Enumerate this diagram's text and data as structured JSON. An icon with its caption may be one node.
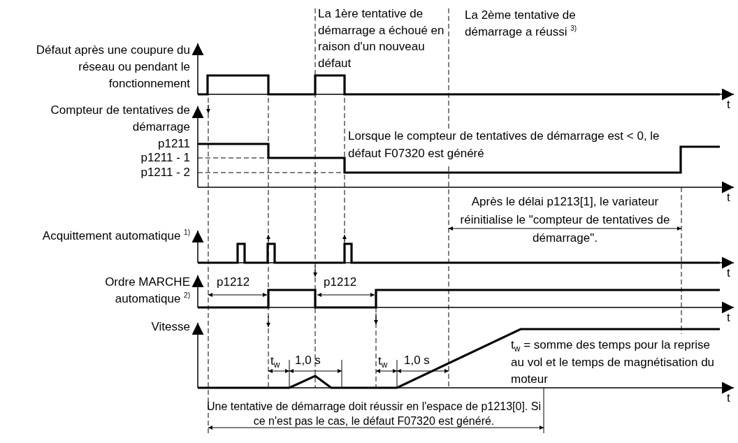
{
  "diagram": {
    "labels": [
      "La 1ère tentative de démarrage a échoué en raison d'un nouveau défaut",
      "La 2ème tentative de démarrage a réussi $^{3)}$",
      "Défaut après une coupure du réseau ou pendant le fonctionnement",
      "t",
      "Compteur de tentatives de démarrage",
      "p1211",
      "p1211 - 1",
      "p1211 - 2",
      "Lorsque le compteur de tentatives de démarrage est < 0, le défaut F07320 est généré",
      "t",
      "Après le délai p1213[1], le variateur réinitialise le \"compteur de tentatives de démarrage\".",
      "Acquittement automatique $^{1)}$",
      "t",
      "Ordre MARCHE automatique $^{2)}$",
      "p1212",
      "p1212",
      "t",
      "Vitesse",
      "t$_{w}$",
      "1,0 s",
      "t$_{w}$",
      "1,0 s",
      "t$_{w}$ = somme des temps pour la reprise au vol et le temps de magnétisation du moteur",
      "t",
      "Une tentative de démarrage doit réussir en l'espace de p1213[0]. Si ce n'est pas le cas, le défaut F07320 est généré."
    ]
  }
}
